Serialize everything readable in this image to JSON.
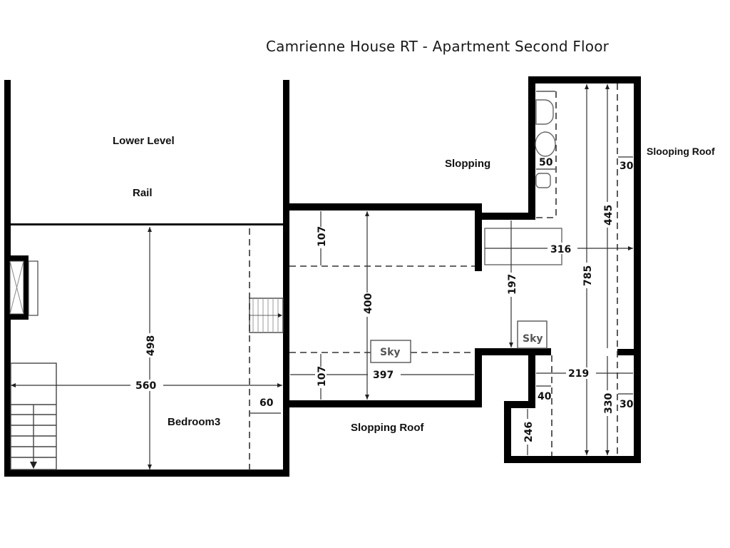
{
  "title": "Camrienne House RT - Apartment Second Floor",
  "labels": {
    "lower_level": "Lower Level",
    "rail": "Rail",
    "bedroom": "Bedroom3",
    "slopping": "Slopping",
    "slopping_roof_bottom": "Slopping Roof",
    "slooping_roof_right": "Slooping Roof",
    "sky_1": "Sky",
    "sky_2": "Sky"
  },
  "dimensions": {
    "bedroom_height": "498",
    "bedroom_width": "560",
    "bedroom_slope_offset": "60",
    "middle_top_slope": "107",
    "middle_height": "400",
    "middle_bottom_slope": "107",
    "middle_width": "397",
    "bath_fixture_depth": "50",
    "right_top_slope": "30",
    "right_inner_height": "445",
    "right_total_height": "785",
    "bath_width": "316",
    "corridor_gap": "197",
    "lower_right_width": "219",
    "lower_right_inset": "40",
    "lower_right_slope": "30",
    "lower_right_height": "330",
    "lower_left_height": "246"
  },
  "colors": {
    "wall": "#000000",
    "dimension_line": "#333333",
    "fixture": "#666666",
    "background": "#ffffff"
  }
}
